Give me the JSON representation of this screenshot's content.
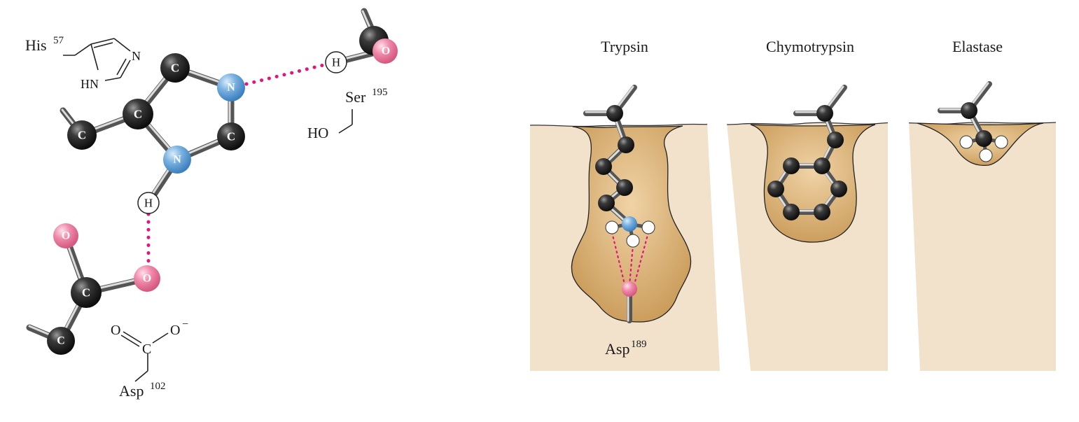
{
  "left_panel": {
    "his_label": "His",
    "his_number": "57",
    "ring_n": "N",
    "ring_hn": "HN",
    "ser_label": "Ser",
    "ser_number": "195",
    "ser_ho": "HO",
    "asp_label": "Asp",
    "asp_number": "102",
    "asp_o": "O",
    "asp_c": "C",
    "asp_ominus": "O",
    "minus": "−",
    "atom_c": "C",
    "atom_n": "N",
    "atom_o": "O",
    "atom_h": "H"
  },
  "right_panel": {
    "pocket_labels": [
      "Trypsin",
      "Chymotrypsin",
      "Elastase"
    ],
    "asp_label": "Asp",
    "asp_number": "189"
  },
  "colors": {
    "carbon": "#2b2b2b",
    "nitrogen": "#6fa9dc",
    "oxygen": "#ef87a6",
    "hbond": "#e0157e",
    "tissue": "#f2e2cc",
    "pocket": "#d6a866"
  }
}
